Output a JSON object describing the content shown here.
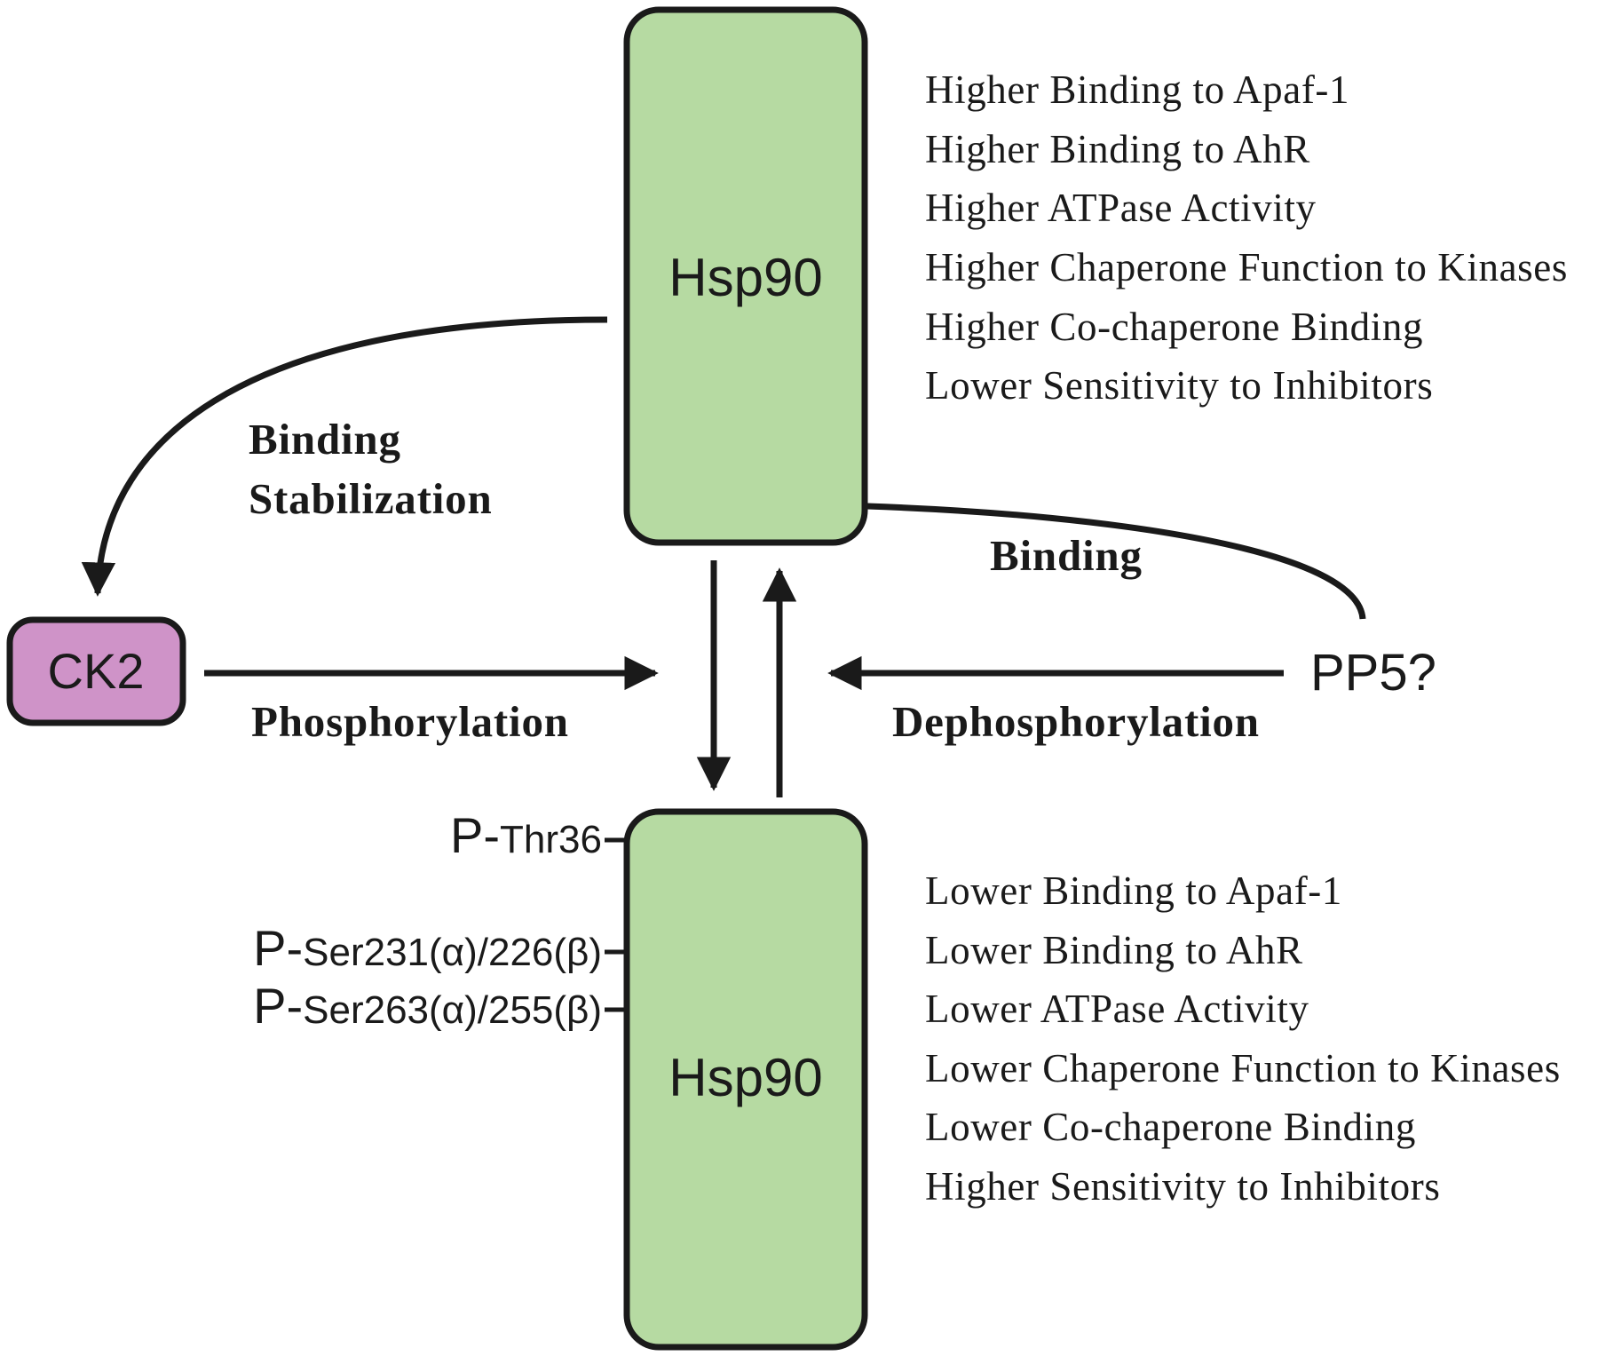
{
  "nodes": {
    "hsp90_top": {
      "label": "Hsp90",
      "fill": "#b6daa2"
    },
    "hsp90_bottom": {
      "label": "Hsp90",
      "fill": "#b6daa2"
    },
    "ck2": {
      "label": "CK2",
      "fill": "#cf93c8"
    },
    "pp5": {
      "label": "PP5?"
    }
  },
  "processes": {
    "binding_left_1": "Binding",
    "binding_left_2": "Stabilization",
    "binding_right": "Binding",
    "phosphorylation": "Phosphorylation",
    "dephosphorylation": "Dephosphorylation"
  },
  "sites": [
    {
      "p": "P-",
      "residue": "Thr36"
    },
    {
      "p": "P-",
      "residue": "Ser231(α)/226(β)"
    },
    {
      "p": "P-",
      "residue": "Ser263(α)/255(β)"
    }
  ],
  "effects_top": [
    "Higher Binding to Apaf-1",
    "Higher Binding to AhR",
    "Higher ATPase Activity",
    "Higher Chaperone Function to Kinases",
    "Higher Co-chaperone Binding",
    "Lower Sensitivity to Inhibitors"
  ],
  "effects_bottom": [
    "Lower Binding to Apaf-1",
    "Lower Binding to AhR",
    "Lower ATPase Activity",
    "Lower Chaperone Function to Kinases",
    "Lower Co-chaperone Binding",
    "Higher Sensitivity to Inhibitors"
  ]
}
